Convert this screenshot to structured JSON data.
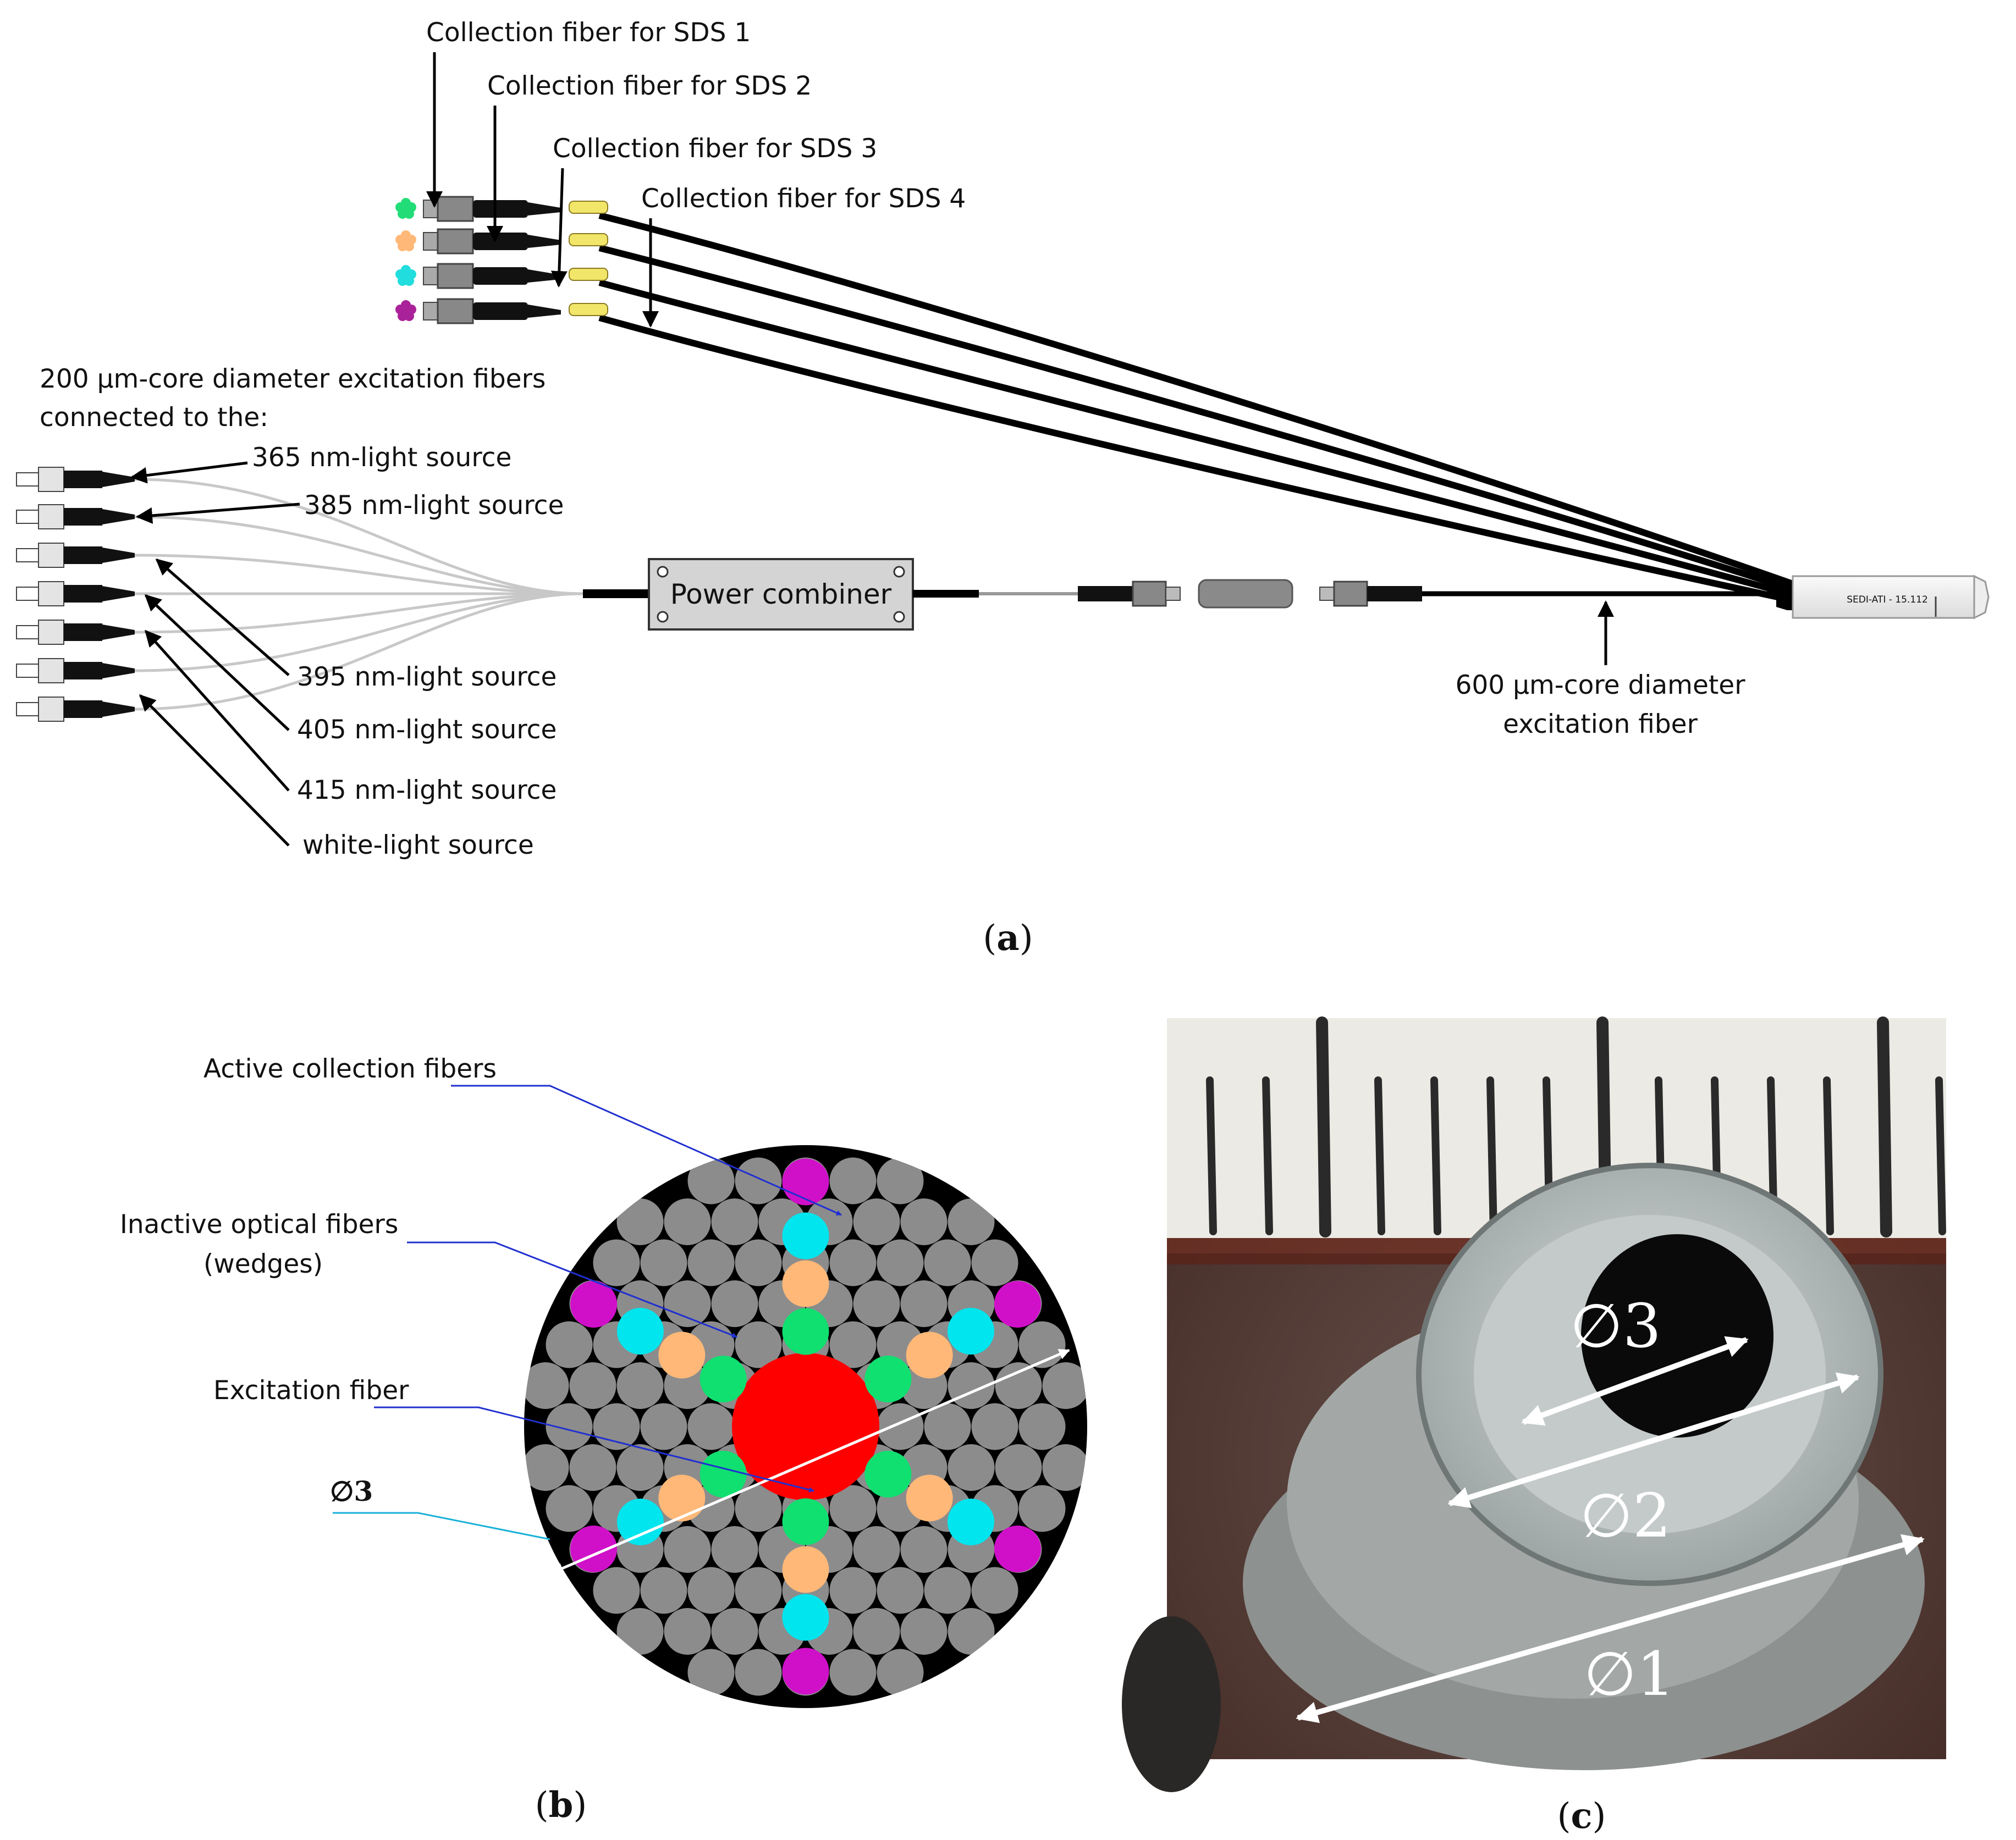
{
  "panel_a": {
    "caption": "a",
    "collection_labels": [
      "Collection fiber for SDS 1",
      "Collection fiber for SDS 2",
      "Collection fiber for SDS 3",
      "Collection fiber for SDS 4"
    ],
    "excitation_header_line1": "200 µm-core diameter excitation fibers",
    "excitation_header_line2": "connected to the:",
    "light_sources": [
      "365 nm-light source",
      "385 nm-light source",
      "395 nm-light source",
      "405 nm-light source",
      "415 nm-light source",
      "white-light source"
    ],
    "power_combiner": "Power combiner",
    "excitation_fiber_line1": "600 µm-core diameter",
    "excitation_fiber_line2": "excitation fiber",
    "probe_text": "SEDI-ATI - 15.112",
    "clover_colors": [
      "#22dd77",
      "#ffb878",
      "#22dddd",
      "#aa2299"
    ]
  },
  "panel_b": {
    "caption": "b",
    "labels": {
      "active": "Active collection fibers",
      "inactive_line1": "Inactive optical fibers",
      "inactive_line2": "(wedges)",
      "excitation": "Excitation fiber",
      "d3": "∅3"
    },
    "colors": {
      "bundle": "#000000",
      "inactive": "#8c8c8c",
      "excitation": "#ff0000",
      "sds1": "#10e070",
      "sds2": "#ffb878",
      "sds3": "#00e5ee",
      "sds4": "#d010c8"
    }
  },
  "panel_c": {
    "caption": "c",
    "labels": [
      "∅3",
      "∅2",
      "∅1"
    ]
  }
}
